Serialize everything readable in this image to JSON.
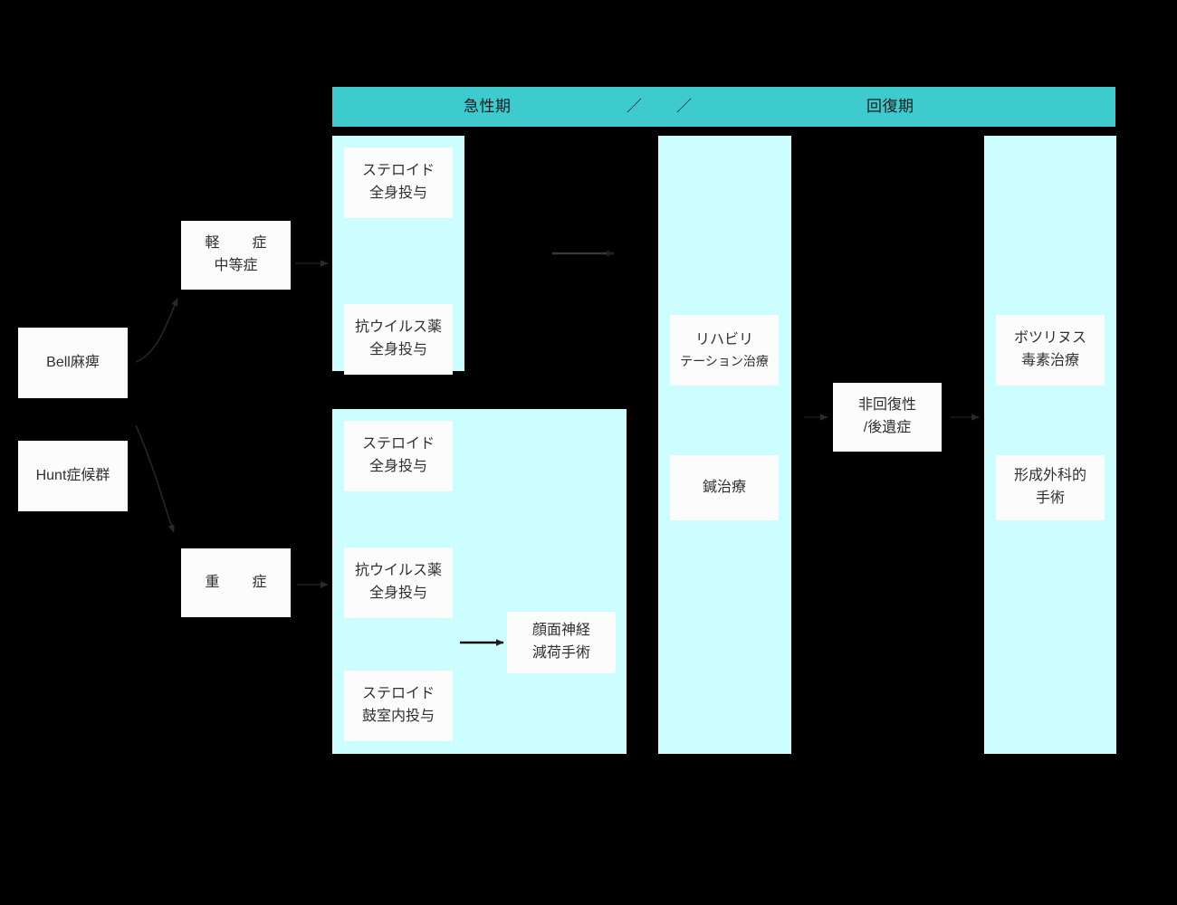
{
  "diagram": {
    "background_color": "#000000",
    "header_color": "#3ecbce",
    "band_color": "#ccfeff",
    "node_color": "#fcfcfc",
    "text_color": "#303030"
  },
  "phase_bar": {
    "acute_label": "急性期",
    "slash_1": "／",
    "slash_2": "／",
    "recovery_label": "回復期"
  },
  "diagnoses": [
    {
      "id": "bell",
      "label": "Bell麻痺"
    },
    {
      "id": "hunt",
      "label": "Hunt症候群"
    }
  ],
  "severity": [
    {
      "id": "mild",
      "line1": "軽　症",
      "line2": "中等症"
    },
    {
      "id": "severe",
      "line1": "重　症",
      "line2": ""
    }
  ],
  "acute_mild_treatments": [
    {
      "id": "steroid-systemic-mild",
      "line1": "ステロイド",
      "line2": "全身投与"
    },
    {
      "id": "antiviral-systemic-mild",
      "line1": "抗ウイルス薬",
      "line2": "全身投与"
    }
  ],
  "acute_severe_treatments": [
    {
      "id": "steroid-systemic-severe",
      "line1": "ステロイド",
      "line2": "全身投与"
    },
    {
      "id": "antiviral-systemic-severe",
      "line1": "抗ウイルス薬",
      "line2": "全身投与"
    },
    {
      "id": "steroid-intratympanic",
      "line1": "ステロイド",
      "line2": "鼓室内投与"
    }
  ],
  "surgery": {
    "id": "facial-nerve-decompression",
    "line1": "顔面神経",
    "line2": "減荷手術"
  },
  "recovery_treatments": [
    {
      "id": "rehabilitation",
      "line1": "リハビリ",
      "line2": "テーション治療"
    },
    {
      "id": "acupuncture",
      "line1": "鍼治療",
      "line2": ""
    }
  ],
  "outcome": {
    "id": "non-recovery-sequelae",
    "line1": "非回復性",
    "line2": "/後遺症"
  },
  "sequelae_treatments": [
    {
      "id": "botulinum-toxin",
      "line1": "ボツリヌス",
      "line2": "毒素治療"
    },
    {
      "id": "plastic-surgery",
      "line1": "形成外科的",
      "line2": "手術"
    }
  ]
}
